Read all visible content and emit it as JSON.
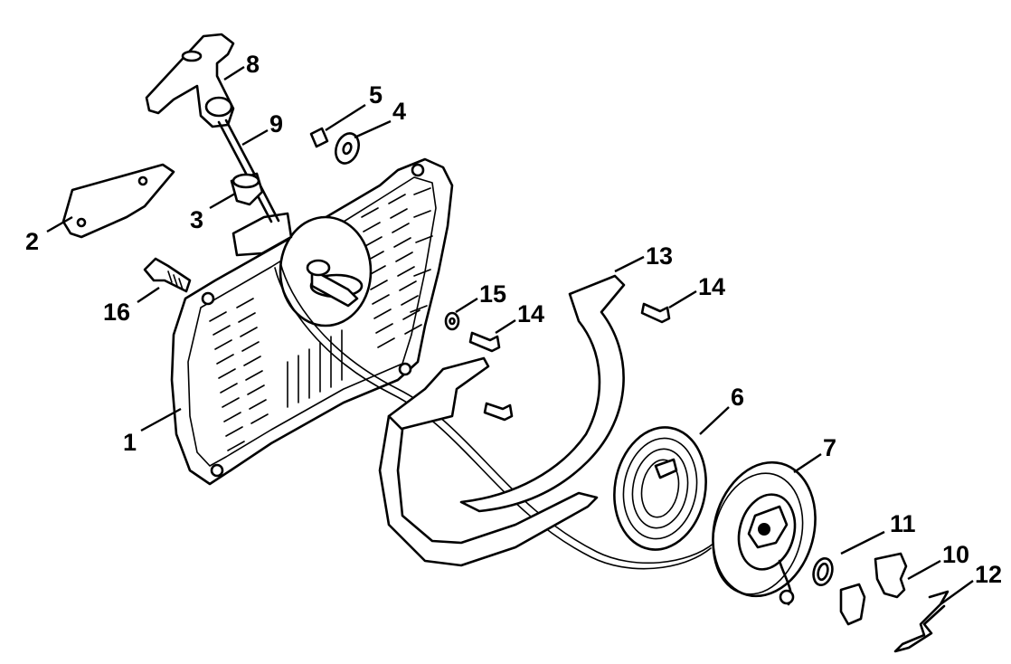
{
  "diagram": {
    "callouts": [
      {
        "id": "c1",
        "text": "1"
      },
      {
        "id": "c2",
        "text": "2"
      },
      {
        "id": "c3",
        "text": "3"
      },
      {
        "id": "c4",
        "text": "4"
      },
      {
        "id": "c5",
        "text": "5"
      },
      {
        "id": "c6",
        "text": "6"
      },
      {
        "id": "c7",
        "text": "7"
      },
      {
        "id": "c8",
        "text": "8"
      },
      {
        "id": "c9",
        "text": "9"
      },
      {
        "id": "c10",
        "text": "10"
      },
      {
        "id": "c11",
        "text": "11"
      },
      {
        "id": "c12",
        "text": "12"
      },
      {
        "id": "c13",
        "text": "13"
      },
      {
        "id": "c14a",
        "text": "14"
      },
      {
        "id": "c14b",
        "text": "14"
      },
      {
        "id": "c15",
        "text": "15"
      },
      {
        "id": "c16",
        "text": "16"
      }
    ],
    "colors": {
      "ink": "#000000",
      "paper": "#ffffff"
    }
  }
}
